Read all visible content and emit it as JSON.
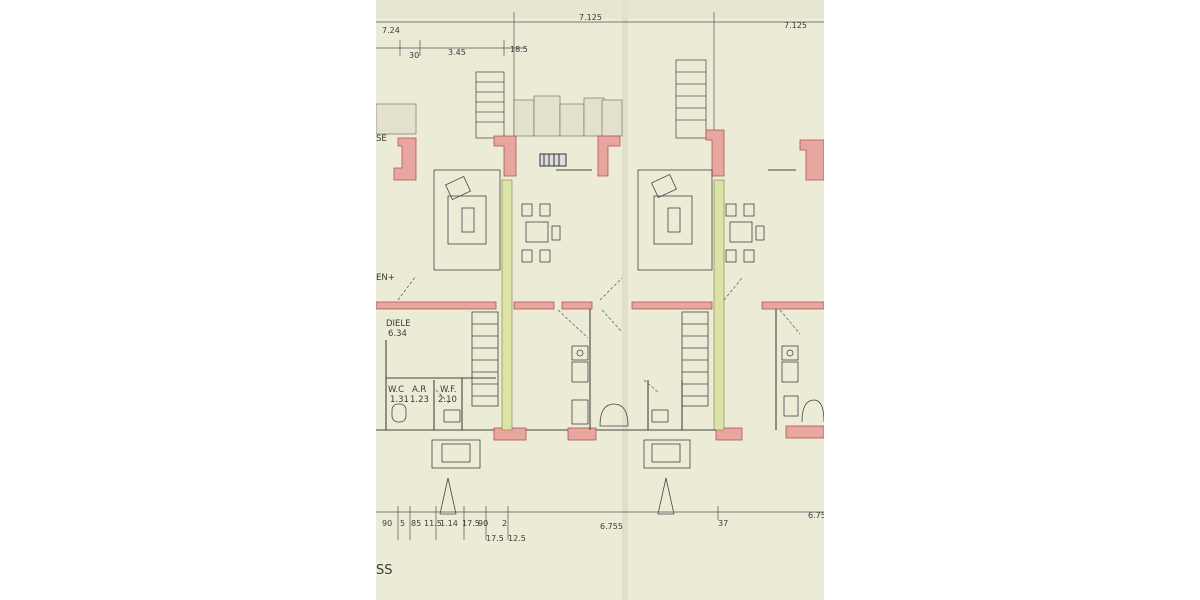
{
  "photo": {
    "subject": "floor-plan-blueprint",
    "colors": {
      "paper": "#ecebd6",
      "wall": "#e7a7a0",
      "wall_outline": "#b3524c",
      "party_wall": "#dde2a6",
      "ink": "#3a3a3a"
    },
    "top_dimensions": {
      "d1": "7.24",
      "d2": "7.125",
      "d3": "7.125",
      "d4": "30",
      "d5": "3.45",
      "d6": "18.5"
    },
    "room_labels": {
      "dielen_fragment": "EN+",
      "se_fragment": "SE",
      "diele_name": "DIELE",
      "diele_area": "6.34",
      "wc_name": "W.C",
      "wc_area": "1.31",
      "ar_name": "A.R",
      "ar_area": "1.23",
      "wf_name": "W.F.",
      "wf_area": "2.10"
    },
    "bottom_dimensions": {
      "b1": "90",
      "b2": "5",
      "b3": "85",
      "b4": "11.5",
      "b5": "1.14",
      "b6": "17.5",
      "b7": "90",
      "b8": "2",
      "b9": "6.755",
      "b10": "37",
      "b11": "6.75",
      "c1": "17.5",
      "c2": "12.5"
    },
    "title_fragment": "SS"
  }
}
